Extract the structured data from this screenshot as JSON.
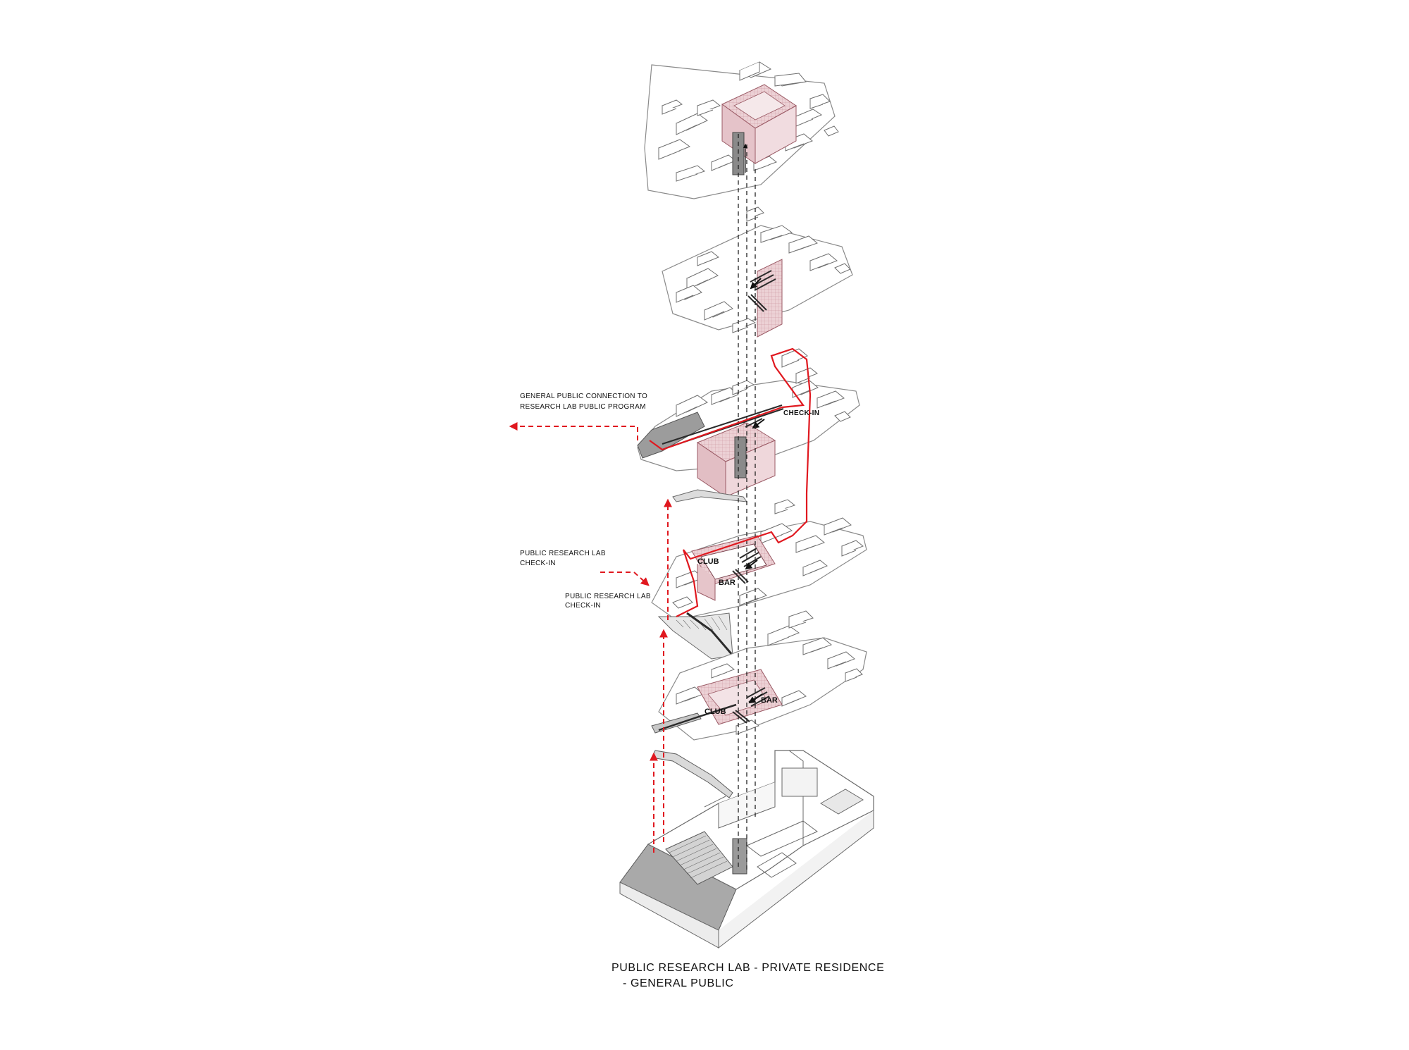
{
  "diagram": {
    "caption": {
      "line1": "PUBLIC RESEARCH LAB - PRIVATE RESIDENCE",
      "line2": "- GENERAL PUBLIC"
    },
    "labels": {
      "general_public_line1": "GENERAL PUBLIC CONNECTION TO",
      "general_public_line2": "RESEARCH LAB PUBLIC PROGRAM",
      "lab_checkin_a_line1": "PUBLIC RESEARCH LAB",
      "lab_checkin_a_line2": "CHECK-IN",
      "lab_checkin_b_line1": "PUBLIC RESEARCH LAB",
      "lab_checkin_b_line2": "CHECK-IN",
      "check_in": "CHECK-IN"
    },
    "program_tags": {
      "club_level3": "CLUB",
      "bar_level3": "BAR",
      "club_level2": "CLUB",
      "bar_level2": "BAR"
    },
    "colors": {
      "accent_red": "#e0181f",
      "program_pink": "#e7c6cb",
      "ground_gray": "#a9a9a9",
      "line": "#6a6a6a"
    }
  }
}
